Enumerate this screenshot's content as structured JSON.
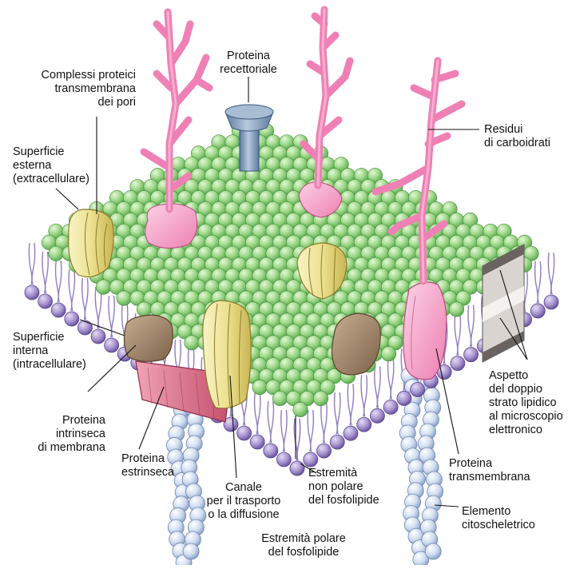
{
  "labels": {
    "proteina_recettoriale": [
      "Proteina",
      "recettoriale"
    ],
    "complessi_pori": [
      "Complessi proteici",
      "transmembrana",
      "dei pori"
    ],
    "superficie_esterna": [
      "Superficie",
      "esterna",
      "(extracellulare)"
    ],
    "residui_carboidrati": [
      "Residui",
      "di carboidrati"
    ],
    "superficie_interna": [
      "Superficie",
      "interna",
      "(intracellulare)"
    ],
    "aspetto_doppio_strato": [
      "Aspetto",
      "del doppio",
      "strato lipidico",
      "al microscopio",
      "elettronico"
    ],
    "proteina_intrinseca": [
      "Proteina",
      "intrinseca",
      "di membrana"
    ],
    "proteina_estrinseca": [
      "Proteina",
      "estrinseca"
    ],
    "canale": [
      "Canale",
      "per il trasporto",
      "o la diffusione"
    ],
    "estremita_non_polare": [
      "Estremità",
      "non polare",
      "del fosfolipide"
    ],
    "proteina_transmembrana": [
      "Proteina",
      "transmembrana"
    ],
    "elemento_citoscheletrico": [
      "Elemento",
      "citoscheletrico"
    ],
    "estremita_polare": [
      "Estremità polare",
      "del fosfolipide"
    ]
  },
  "colors": {
    "head_green": "#9fd889",
    "tail_purple": "#a793cf",
    "pore_yellow": "#efe7a0",
    "glyco_pink": "#f48fbd",
    "intrinsic_brown": "#a08468",
    "extrinsic_red": "#d9647f",
    "receptor_blue": "#7d98b8",
    "cytoskeleton_blue": "#c9d7ec"
  }
}
